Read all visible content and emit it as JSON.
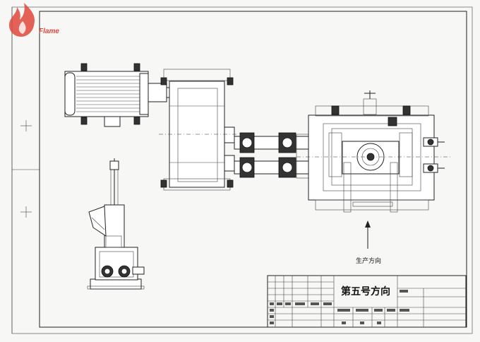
{
  "logo": {
    "text": "Flame",
    "color": "#e0463c"
  },
  "production_direction_label": "生产方向",
  "title_block": {
    "title": "第五号方向"
  },
  "colors": {
    "line": "#222222",
    "paper": "#f7f7f5",
    "logo": "#e0463c"
  }
}
